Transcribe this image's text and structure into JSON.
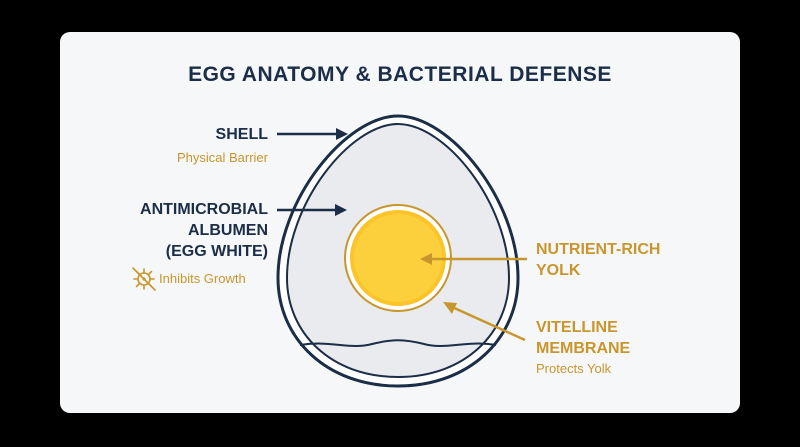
{
  "title": "EGG ANATOMY & BACTERIAL DEFENSE",
  "shell": {
    "label": "SHELL",
    "sub": "Physical Barrier"
  },
  "albumen": {
    "line1": "ANTIMICROBIAL",
    "line2": "ALBUMEN",
    "line3": "(EGG WHITE)",
    "sub": "Inhibits Growth",
    "icon": "no-bacteria-icon"
  },
  "yolk": {
    "line1": "NUTRIENT-RICH",
    "line2": "YOLK"
  },
  "membrane": {
    "line1": "VITELLINE",
    "line2": "MEMBRANE",
    "sub": "Protects Yolk"
  },
  "colors": {
    "navy": "#1b2d47",
    "gold": "#c9962e",
    "yolk": "#fbc52a",
    "white": "#e9ebee"
  }
}
